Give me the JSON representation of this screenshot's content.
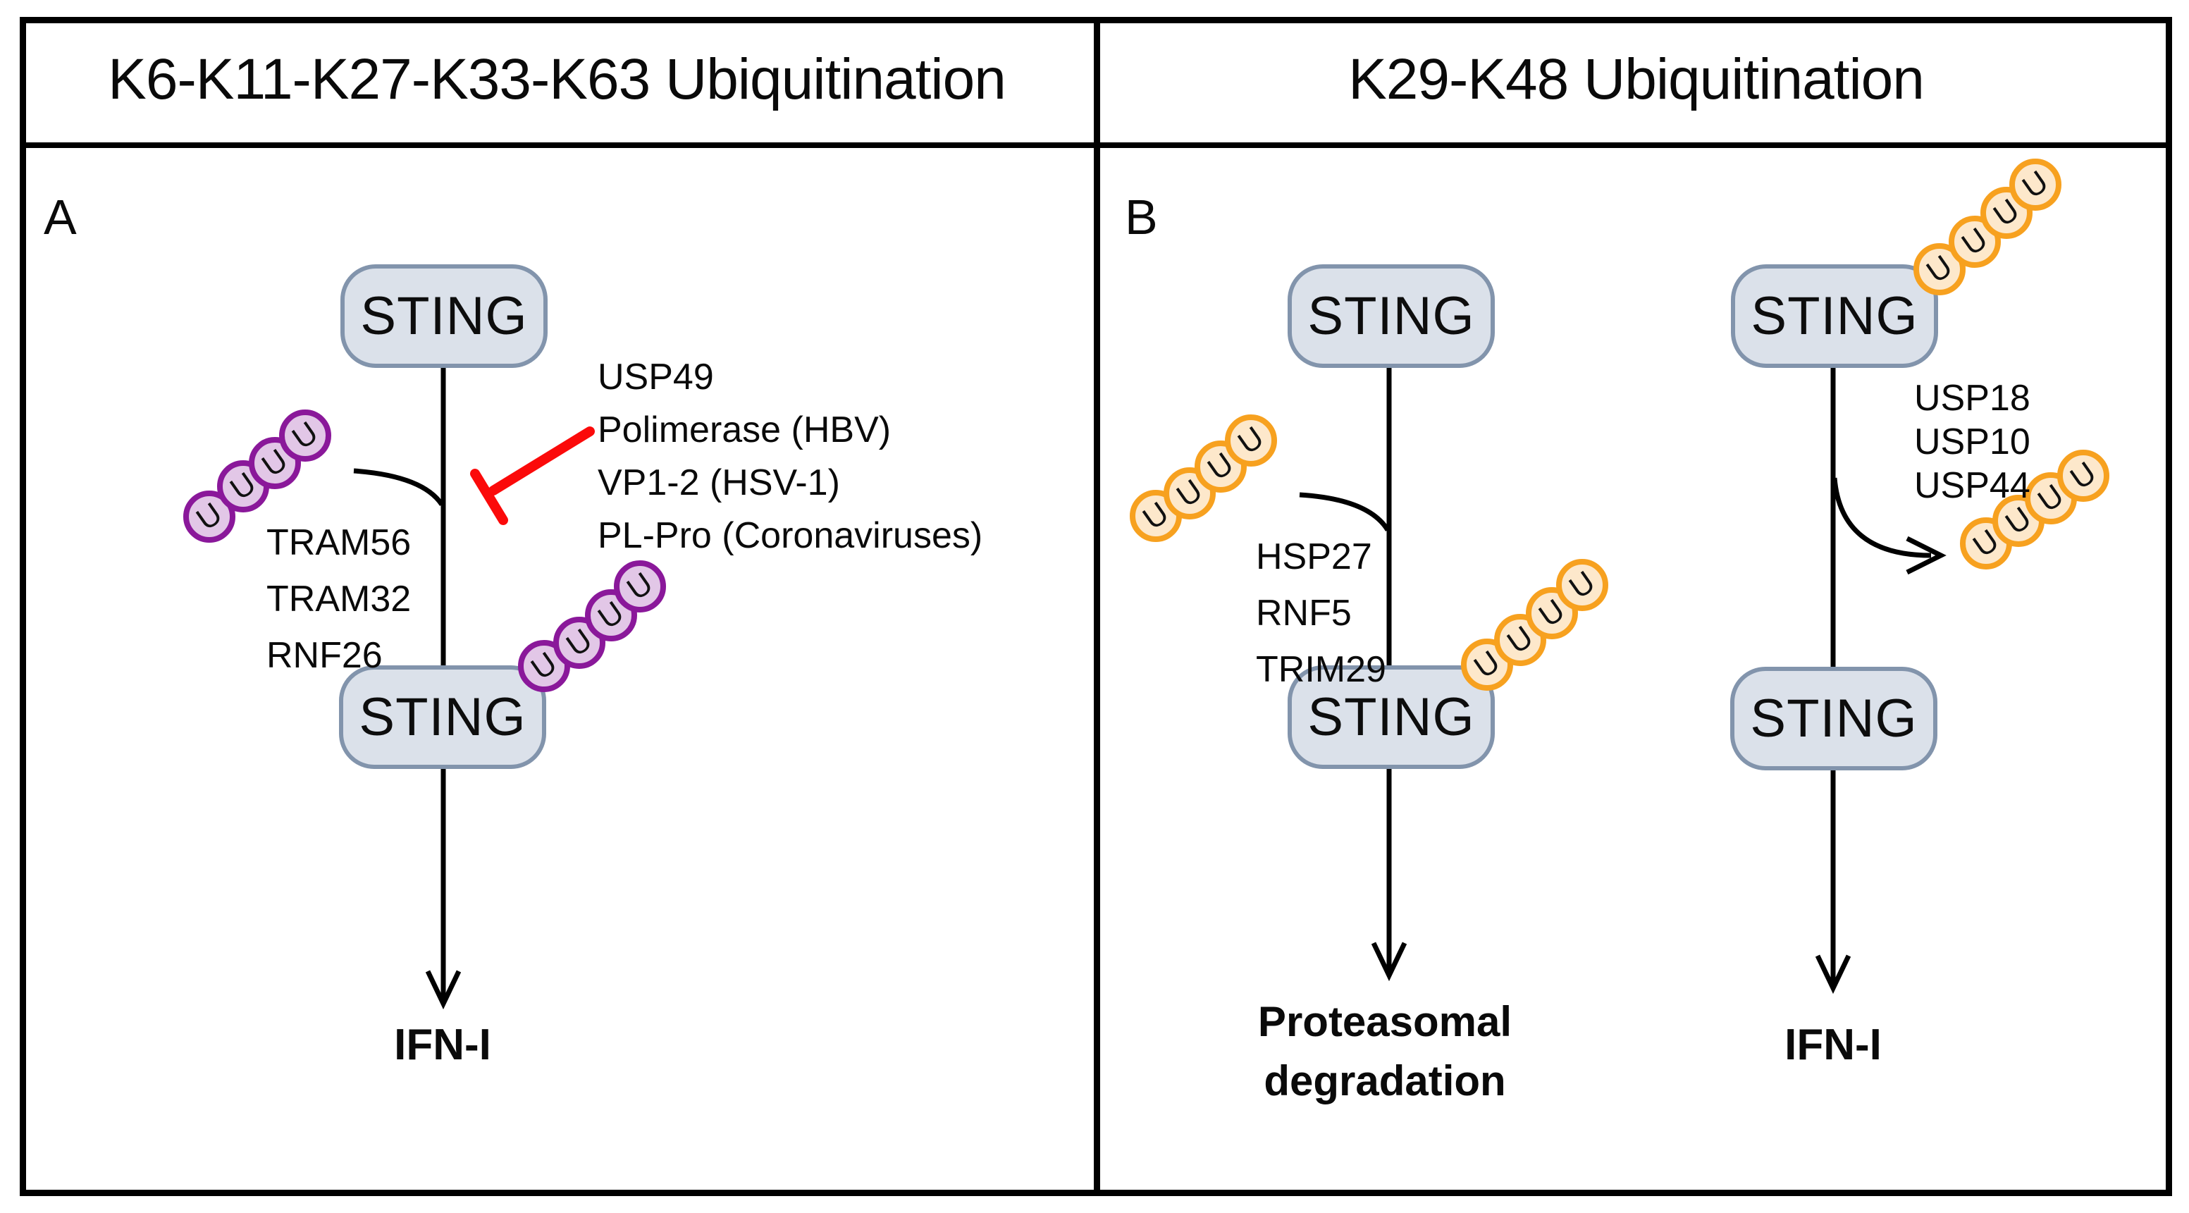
{
  "figure": {
    "panel_a": {
      "label": "A",
      "header": "K6-K11-K27-K33-K63 Ubiquitination",
      "protein": "STING",
      "e3_ligases": [
        "TRAM56",
        "TRAM32",
        "RNF26"
      ],
      "inhibitors": [
        "USP49",
        "Polimerase (HBV)",
        "VP1-2 (HSV-1)",
        "PL-Pro (Coronaviruses)"
      ],
      "output": "IFN-I"
    },
    "panel_b": {
      "label": "B",
      "header": "K29-K48 Ubiquitination",
      "protein": "STING",
      "e3_ligases": [
        "HSP27",
        "RNF5",
        "TRIM29"
      ],
      "deubiquitinases": [
        "USP18",
        "USP10",
        "USP44"
      ],
      "degradation_output": [
        "Proteasomal",
        "degradation"
      ],
      "ifn_output": "IFN-I"
    },
    "ubiquitin": {
      "label": "U"
    },
    "colors": {
      "purple_chain_fill": "#e2c7e7",
      "purple_chain_border": "#8a189a",
      "orange_chain_fill": "#fde8cb",
      "orange_chain_border": "#f7a11f",
      "sting_fill": "#dbe1ea",
      "sting_border": "#8294ac",
      "inhibition_red": "#fb0a0a"
    }
  }
}
